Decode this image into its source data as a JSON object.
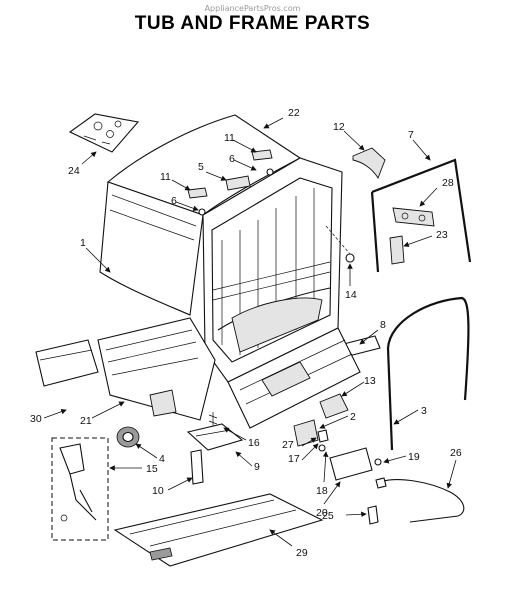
{
  "watermark": "AppliancePartsPros.com",
  "title": "TUB AND FRAME PARTS",
  "callouts": [
    "1",
    "2",
    "3",
    "4",
    "5",
    "6",
    "6",
    "7",
    "8",
    "9",
    "10",
    "11",
    "11",
    "12",
    "13",
    "14",
    "15",
    "16",
    "17",
    "18",
    "19",
    "20",
    "21",
    "22",
    "23",
    "24",
    "25",
    "26",
    "27",
    "28",
    "29",
    "30"
  ]
}
